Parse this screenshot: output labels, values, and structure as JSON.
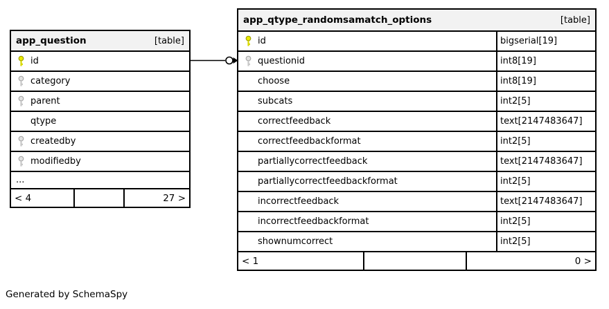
{
  "byline": "Generated by SchemaSpy",
  "colors": {
    "background": "#ffffff",
    "border": "#000000",
    "table_header_bg": "#f2f2f2",
    "primary_key_fill": "#ebeb00",
    "primary_key_stroke": "#a0a000",
    "foreign_key_fill": "#e2e2e2",
    "foreign_key_stroke": "#a9a9a9"
  },
  "relationship": {
    "from_column_row": "id",
    "terminator_icons": [
      "open-circle",
      "arrowhead"
    ]
  },
  "tables": [
    {
      "name": "app_question",
      "badge": "[table]",
      "columns": [
        {
          "name": "id",
          "key": "primary"
        },
        {
          "name": "category",
          "key": "foreign"
        },
        {
          "name": "parent",
          "key": "foreign"
        },
        {
          "name": "qtype",
          "key": "none"
        },
        {
          "name": "createdby",
          "key": "foreign"
        },
        {
          "name": "modifiedby",
          "key": "foreign"
        }
      ],
      "ellipsis": "...",
      "stats": {
        "parents": "< 4",
        "children": "27 >"
      }
    },
    {
      "name": "app_qtype_randomsamatch_options",
      "badge": "[table]",
      "columns": [
        {
          "name": "id",
          "type": "bigserial[19]",
          "key": "primary"
        },
        {
          "name": "questionid",
          "type": "int8[19]",
          "key": "foreign"
        },
        {
          "name": "choose",
          "type": "int8[19]",
          "key": "none"
        },
        {
          "name": "subcats",
          "type": "int2[5]",
          "key": "none"
        },
        {
          "name": "correctfeedback",
          "type": "text[2147483647]",
          "key": "none"
        },
        {
          "name": "correctfeedbackformat",
          "type": "int2[5]",
          "key": "none"
        },
        {
          "name": "partiallycorrectfeedback",
          "type": "text[2147483647]",
          "key": "none"
        },
        {
          "name": "partiallycorrectfeedbackformat",
          "type": "int2[5]",
          "key": "none"
        },
        {
          "name": "incorrectfeedback",
          "type": "text[2147483647]",
          "key": "none"
        },
        {
          "name": "incorrectfeedbackformat",
          "type": "int2[5]",
          "key": "none"
        },
        {
          "name": "shownumcorrect",
          "type": "int2[5]",
          "key": "none"
        }
      ],
      "stats": {
        "parents": "< 1",
        "children": "0 >"
      }
    }
  ]
}
